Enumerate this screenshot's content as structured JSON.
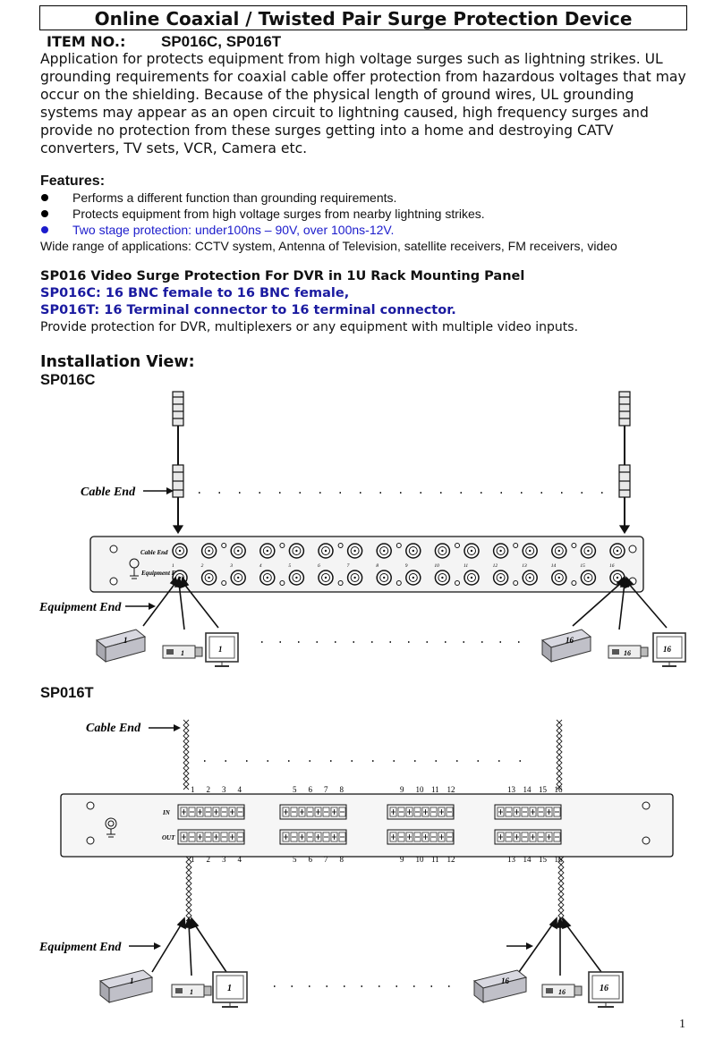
{
  "document": {
    "title": "Online Coaxial / Twisted Pair Surge Protection Device",
    "item_no_label": "ITEM NO.:",
    "item_no_models": "SP016C, SP016T",
    "intro_paragraph": "Application for protects equipment from high voltage surges such as lightning strikes. UL grounding requirements for coaxial cable offer protection from hazardous voltages that may occur on the shielding.   Because of the physical length of ground wires, UL grounding systems may appear as an open circuit to lightning caused, high frequency surges and provide no protection from these surges getting into a home and destroying CATV converters, TV sets, VCR, Camera etc.",
    "features_title": "Features:",
    "features": [
      "Performs a different function than grounding requirements.",
      "Protects equipment from high voltage surges from nearby lightning strikes.",
      "Two stage protection: under100ns – 90V, over 100ns-12V."
    ],
    "applications": "Wide range of applications: CCTV system, Antenna of Television, satellite receivers, FM receivers, video",
    "sp016_heading": "SP016   Video Surge Protection For DVR in 1U Rack Mounting Panel",
    "sp016c_line": "SP016C: 16 BNC female to 16 BNC female,",
    "sp016t_line": "SP016T: 16 Terminal connector to 16 terminal connector.",
    "provide_line": "Provide protection for DVR, multiplexers or any equipment with multiple video inputs.",
    "installation_title": "Installation View:",
    "page_number": "1"
  },
  "sp016c": {
    "title": "SP016C",
    "cable_end_label": "Cable End",
    "equipment_end_label": "Equipment End",
    "panel_cable_end": "Cable End",
    "panel_equipment_end": "Equipment End",
    "port_numbers": [
      "1",
      "2",
      "3",
      "4",
      "5",
      "6",
      "7",
      "8",
      "9",
      "10",
      "11",
      "12",
      "13",
      "14",
      "15",
      "16"
    ],
    "device_left": "1",
    "device_right": "16"
  },
  "sp016t": {
    "title": "SP016T",
    "cable_end_label": "Cable End",
    "equipment_end_label": "Equipment End",
    "in_label": "IN",
    "out_label": "OUT",
    "group_numbers": [
      [
        "1",
        "2",
        "3",
        "4"
      ],
      [
        "5",
        "6",
        "7",
        "8"
      ],
      [
        "9",
        "10",
        "11",
        "12"
      ],
      [
        "13",
        "14",
        "15",
        "16"
      ]
    ],
    "device_left": "1",
    "device_right": "16"
  }
}
